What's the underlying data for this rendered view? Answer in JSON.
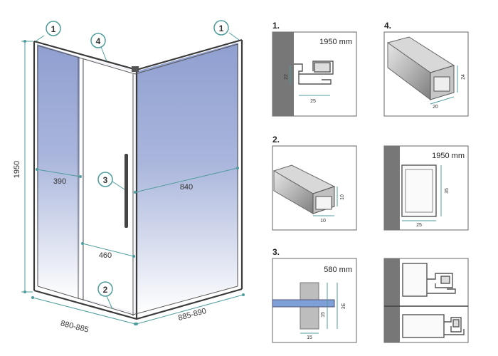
{
  "colors": {
    "frame": "#3a3a3a",
    "glass_top": "#8f9fd0",
    "glass_bottom": "#ffffff",
    "dimension": "#4f9c9c",
    "wall": "#777777",
    "profile": "#8a8a8a",
    "blue_bar": "#7f9fd8"
  },
  "enclosure": {
    "height": "1950",
    "front_width": "880-885",
    "side_width": "885-890",
    "fixed_panel_width": "390",
    "side_panel_width": "840",
    "door_opening": "460",
    "markers": {
      "m1": "1",
      "m2": "2",
      "m3": "3",
      "m4": "4"
    }
  },
  "details": {
    "d1": {
      "number": "1.",
      "length": "1950 mm",
      "dim_h": "22",
      "dim_w": "25"
    },
    "d2": {
      "number": "2.",
      "dim_h": "10",
      "dim_w": "10"
    },
    "d3": {
      "number": "3.",
      "length": "580 mm",
      "dim_h": "15",
      "dim_total": "3E",
      "dim_w": "15"
    },
    "d4": {
      "number": "4.",
      "dim_h": "24",
      "dim_w": "20"
    },
    "d5": {
      "length": "1950 mm",
      "dim_h": "35",
      "dim_w": "25"
    }
  }
}
